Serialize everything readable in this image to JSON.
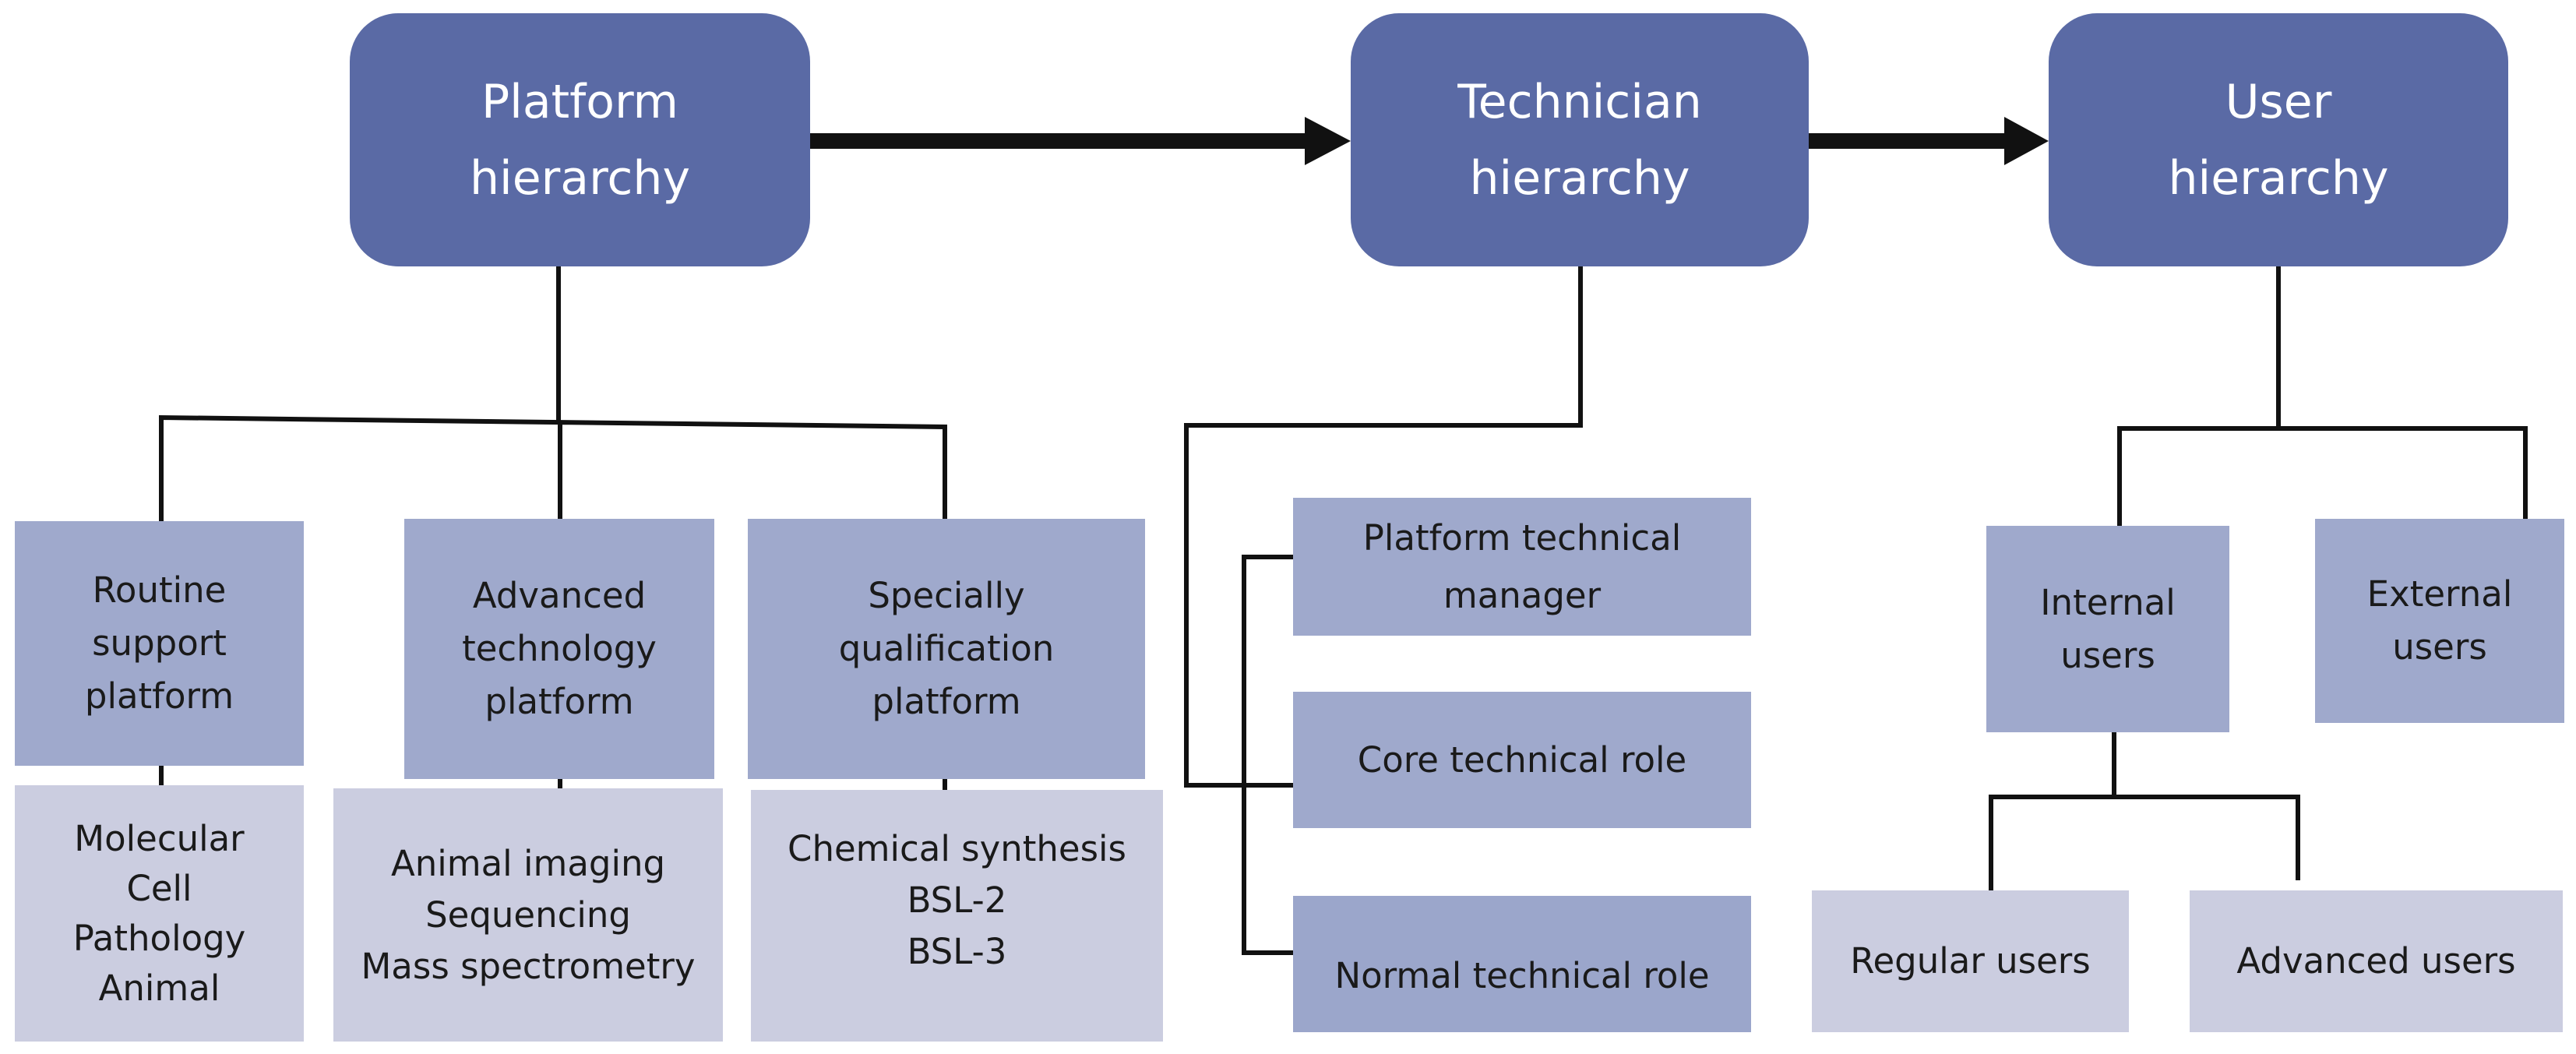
{
  "colors": {
    "header": "#5a6aa5",
    "level2": "#9fa9cc",
    "level3": "#cbcde0",
    "line": "#111111"
  },
  "platform": {
    "title": "Platform\nhierarchy",
    "children": [
      {
        "label": "Routine\nsupport\nplatform",
        "items": "Molecular\nCell\nPathology\nAnimal"
      },
      {
        "label": "Advanced\ntechnology\nplatform",
        "items": "Animal imaging\nSequencing\nMass spectrometry"
      },
      {
        "label": "Specially\nqualification\nplatform",
        "items": "Chemical synthesis\nBSL-2\nBSL-3"
      }
    ]
  },
  "technician": {
    "title": "Technician\nhierarchy",
    "roles": [
      "Platform technical\nmanager",
      "Core technical role",
      "Normal technical role"
    ]
  },
  "user": {
    "title": "User\nhierarchy",
    "children": [
      {
        "label": "Internal\nusers",
        "sub": [
          "Regular users",
          "Advanced users"
        ]
      },
      {
        "label": "External\nusers"
      }
    ]
  }
}
